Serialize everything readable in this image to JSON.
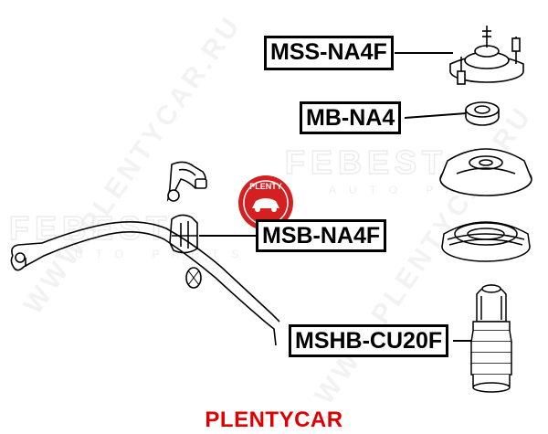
{
  "labels": {
    "mss": "MSS-NA4F",
    "mb": "MB-NA4",
    "msb": "MSB-NA4F",
    "mshb": "MSHB-CU20F"
  },
  "watermarks": {
    "brand_logo": "FEBEST",
    "brand_sub": "AUTO PARTS",
    "diagonal_url": "WWW.PLENTYCAR.RU",
    "badge": "PLENTY"
  },
  "footer": "PLENTYCAR",
  "colors": {
    "label_border": "#000000",
    "leader_line": "#000000",
    "footer_text": "#e00000",
    "badge_red": "#d42020",
    "watermark_gray": "#e6e6e6"
  }
}
